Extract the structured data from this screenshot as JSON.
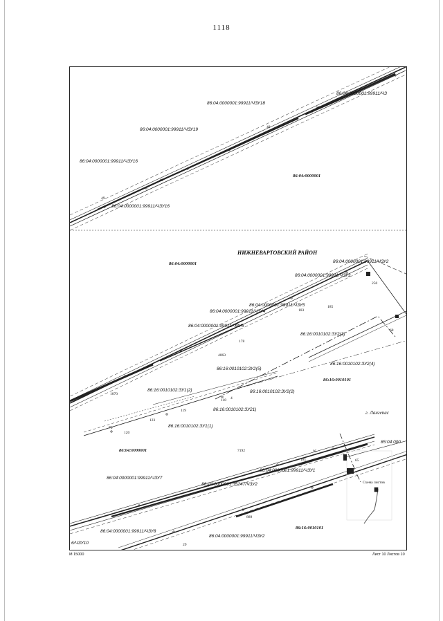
{
  "page": {
    "number": "1118"
  },
  "map": {
    "region_name": "НИЖНЕВАРТОВСКИЙ РАЙОН",
    "town_name": "г. Лангепас",
    "plots": {
      "zu18": "86:04:0000001:99911/ЧЗУ18",
      "zu19": "86:04:0000001:99911/ЧЗУ19",
      "zu16a": "86:04:0000001:99911/ЧЗУ16",
      "zu16b": "86:04:0000001:99911/ЧЗУ16",
      "zu_top_right": "86:04:0000001:99911/ЧЗ",
      "zu2_top": "86:04:0000001:99911/ЧЗУ2",
      "zu3": "86:04:0000001:99911/ЧЗУ3",
      "zu5": "86:04:0000001:99911/ЧЗУ5",
      "zu4": "86:04:0000001:99911/ЧЗУ4",
      "zu6": "86:04:0000001:99911/ЧЗУ6",
      "zu7": "86:04:0000001:99911/ЧЗУ7",
      "zu1": "86:04:0000001:99911/ЧЗУ1",
      "zu8": "86:04:0000001:99911/ЧЗУ8",
      "zu2_bottom": "86:04:0000001:99911/ЧЗУ2",
      "zu10": "6/ЧЗУ10",
      "cad_35247": "86:04:0000001:35247/ЧЗУ2",
      "z3u2_3": "86:16:0010102:ЗУ2(3)",
      "z3u2_4": "86:16:0010102:ЗУ2(4)",
      "z3u2_5": "86:16:0010102:ЗУ2(5)",
      "z3u2_2": "86:16:0010102:ЗУ2(2)",
      "z3u1_2": "86:16:0010102:ЗУ1(2)",
      "z3u21": "86:16:0010102:ЗУ21)",
      "z3u1_1": "86:16:0010102:ЗУ1(1)",
      "partial_right": "85:04:000"
    },
    "quarters": {
      "q_top_right": "86:04:0000001",
      "q_mid_left": "86:04:0000001",
      "q_mid_right": "86:16:0010101",
      "q_bottom_left": "86:04:0000001",
      "q_bottom_right": "86:16:0010101"
    },
    "misc": {
      "n7192": "7192",
      "n29": "29",
      "inset_caption": "Схема листов",
      "p70": "70",
      "p4": "4",
      "p119": "119",
      "p118": "118",
      "p120": "120",
      "p123": "123",
      "p4063": "4063",
      "p1070": "1070",
      "p250": "250",
      "p183": "183",
      "p185": "185",
      "p178": "178",
      "p68": "68",
      "p49": "49",
      "p40": "40",
      "p48": "48",
      "p80": "80",
      "p181": "181",
      "p889": "889",
      "p95": "95",
      "p65": "65"
    }
  },
  "footer": {
    "scale": "М 15000",
    "sheet": "Лист 10 Листов 10"
  }
}
